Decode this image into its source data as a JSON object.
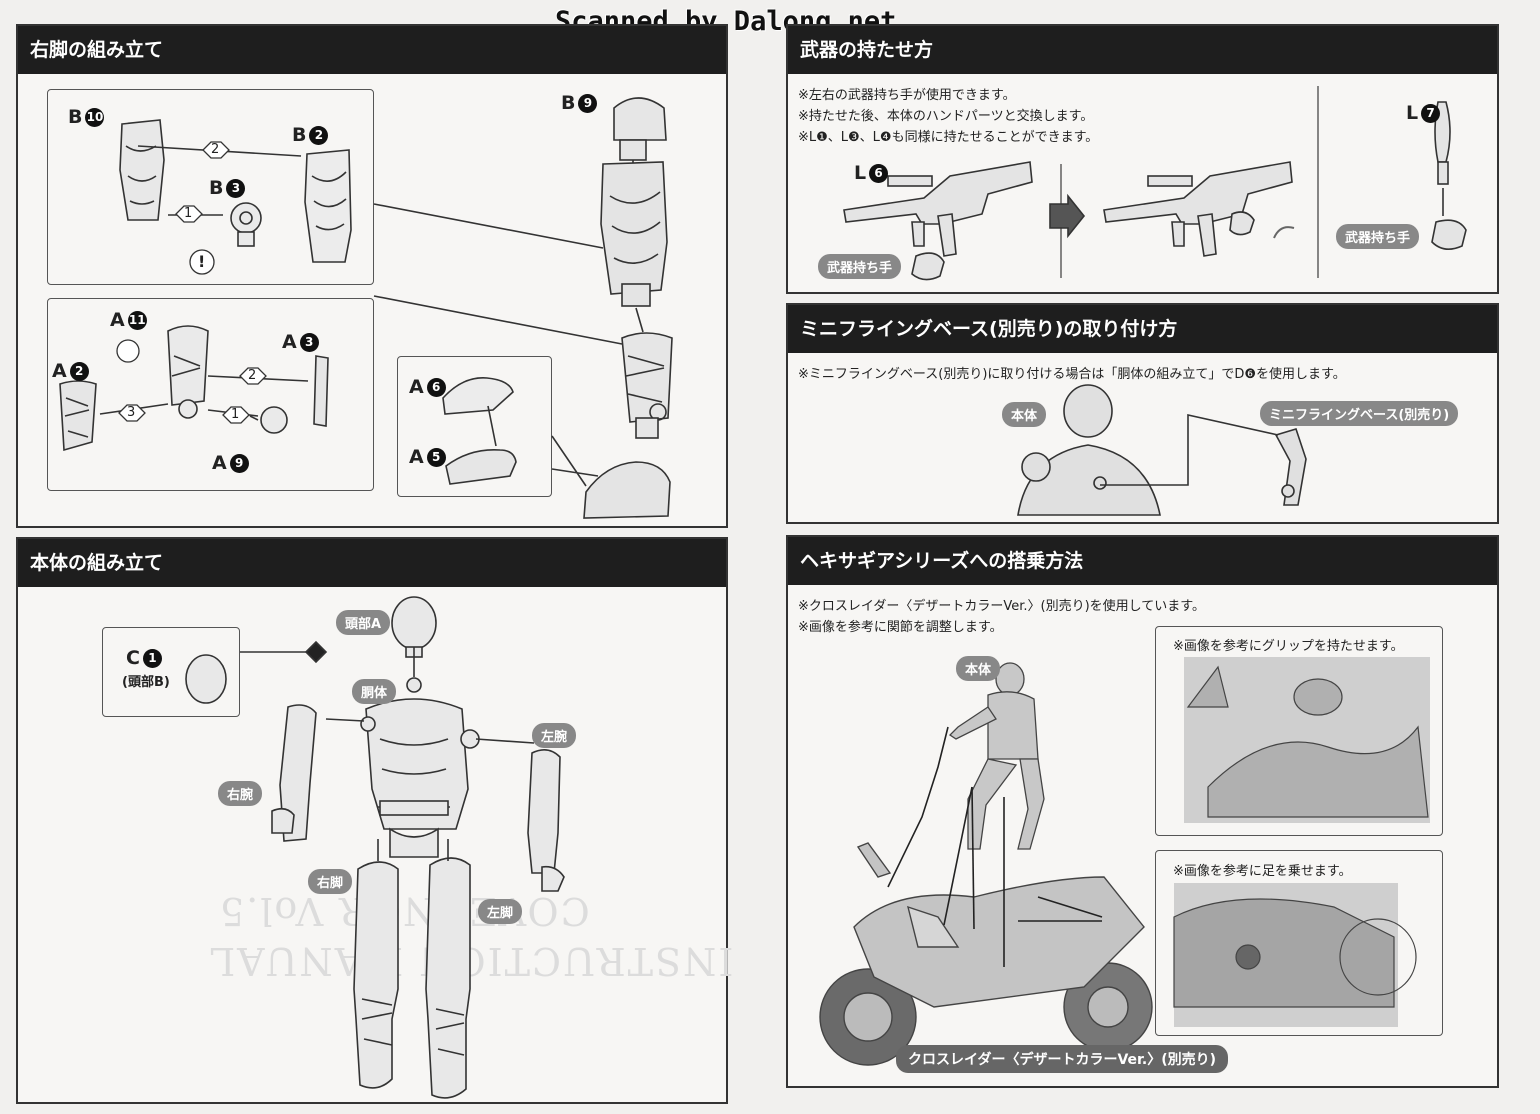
{
  "watermark": "Scanned by Dalong.net",
  "right_leg": {
    "title": "右脚の組み立て",
    "parts": {
      "b10": "B",
      "b2": "B",
      "b3": "B",
      "b9": "B",
      "a11": "A",
      "a3": "A",
      "a2": "A",
      "a9": "A",
      "a6": "A",
      "a5": "A"
    },
    "nums": {
      "b10": "10",
      "b2": "2",
      "b3": "3",
      "b9": "9",
      "a11": "11",
      "a3": "3",
      "a2": "2",
      "a9": "9",
      "a6": "6",
      "a5": "5"
    },
    "steps": [
      "2",
      "1",
      "2",
      "3",
      "1"
    ],
    "warning": "!"
  },
  "body_assembly": {
    "title": "本体の組み立て",
    "c1_label": "C",
    "c1_num": "1",
    "c1_sub": "(頭部B)",
    "labels": {
      "head_a": "頭部A",
      "torso": "胴体",
      "left_arm": "左腕",
      "right_arm": "右腕",
      "right_leg": "右脚",
      "left_leg": "左脚"
    }
  },
  "weapons": {
    "title": "武器の持たせ方",
    "notes": [
      "※左右の武器持ち手が使用できます。",
      "※持たせた後、本体のハンドパーツと交換します。",
      "※L❶、L❸、L❹も同様に持たせることができます。"
    ],
    "l6_label": "L",
    "l6_num": "6",
    "l7_label": "L",
    "l7_num": "7",
    "hand_label": "武器持ち手",
    "hand_label2": "武器持ち手"
  },
  "flying_base": {
    "title": "ミニフライングベース(別売り)の取り付け方",
    "note": "※ミニフライングベース(別売り)に取り付ける場合は「胴体の組み立て」でD❻を使用します。",
    "body_label": "本体",
    "base_label": "ミニフライングベース(別売り)"
  },
  "hexa_gear": {
    "title": "ヘキサギアシリーズへの搭乗方法",
    "notes": [
      "※クロスレイダー〈デザートカラーVer.〉(別売り)を使用しています。",
      "※画像を参考に関節を調整します。"
    ],
    "body_label": "本体",
    "grip_note": "※画像を参考にグリップを持たせます。",
    "foot_note": "※画像を参考に足を乗せます。",
    "bike_label": "クロスレイダー〈デザートカラーVer.〉(別売り)"
  }
}
